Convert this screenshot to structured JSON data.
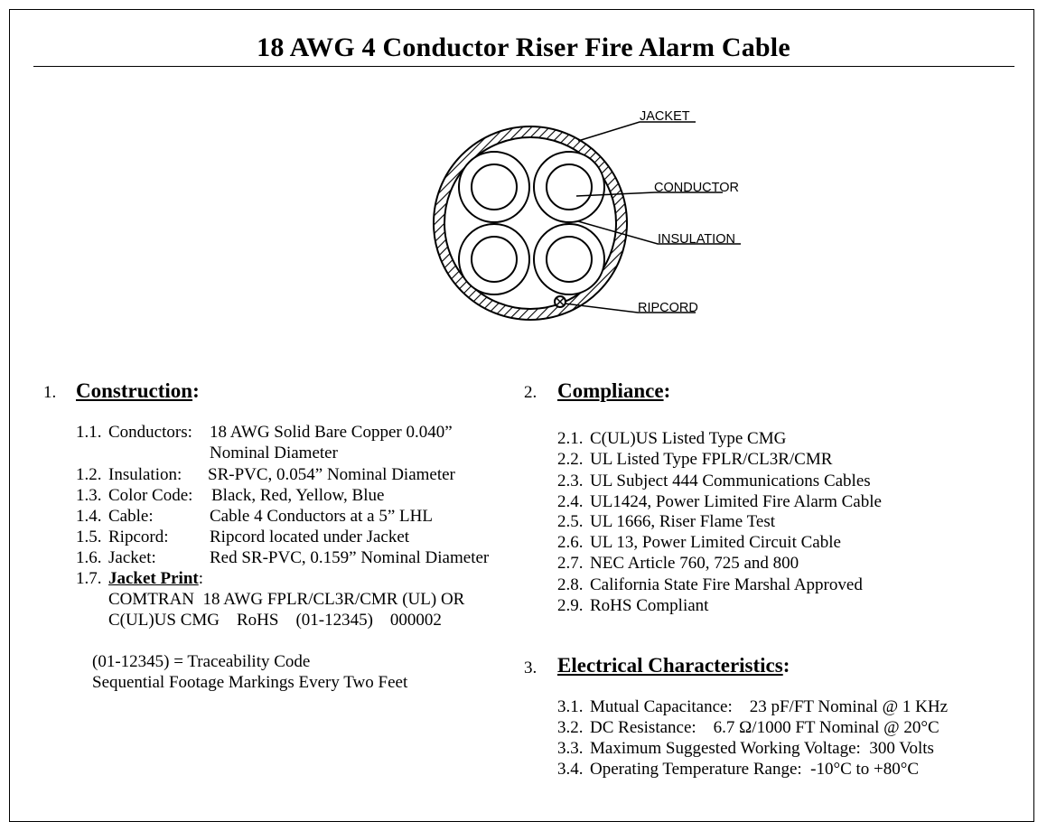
{
  "title": "18 AWG 4 Conductor Riser Fire Alarm Cable",
  "diagram": {
    "labels": {
      "jacket": "JACKET",
      "conductor": "CONDUCTOR",
      "insulation": "INSULATION",
      "ripcord": "RIPCORD"
    }
  },
  "construction": {
    "number": "1.",
    "heading": "Construction",
    "items": [
      {
        "num": "1.1.",
        "key": "Conductors:",
        "value": "18 AWG Solid Bare Copper 0.040”",
        "value2": "Nominal Diameter"
      },
      {
        "num": "1.2.",
        "key": "Insulation:",
        "value": "SR-PVC, 0.054” Nominal Diameter"
      },
      {
        "num": "1.3.",
        "key": "Color Code:",
        "value": "Black, Red, Yellow, Blue"
      },
      {
        "num": "1.4.",
        "key": "Cable:",
        "value": "Cable 4 Conductors at a 5” LHL"
      },
      {
        "num": "1.5.",
        "key": "Ripcord:",
        "value": "Ripcord located under Jacket"
      },
      {
        "num": "1.6.",
        "key": "Jacket:",
        "value": "Red SR-PVC, 0.159” Nominal Diameter"
      }
    ],
    "jacket_print": {
      "num": "1.7.",
      "label": "Jacket Print",
      "line1": "COMTRAN  18 AWG FPLR/CL3R/CMR (UL) OR",
      "line2": "C(UL)US CMG    RoHS    (01-12345)    000002"
    },
    "notes": [
      "(01-12345) = Traceability Code",
      "Sequential Footage Markings Every Two Feet"
    ]
  },
  "compliance": {
    "number": "2.",
    "heading": "Compliance",
    "items": [
      {
        "num": "2.1.",
        "text": "C(UL)US Listed Type CMG"
      },
      {
        "num": "2.2.",
        "text": "UL Listed Type FPLR/CL3R/CMR"
      },
      {
        "num": "2.3.",
        "text": "UL Subject 444 Communications Cables"
      },
      {
        "num": "2.4.",
        "text": "UL1424, Power Limited Fire Alarm Cable"
      },
      {
        "num": "2.5.",
        "text": "UL 1666, Riser Flame Test"
      },
      {
        "num": "2.6.",
        "text": "UL 13, Power Limited Circuit Cable"
      },
      {
        "num": "2.7.",
        "text": "NEC Article 760, 725 and 800"
      },
      {
        "num": "2.8.",
        "text": "California State Fire Marshal Approved"
      },
      {
        "num": "2.9.",
        "text": "RoHS Compliant"
      }
    ]
  },
  "electrical": {
    "number": "3.",
    "heading": "Electrical Characteristics",
    "items": [
      {
        "num": "3.1.",
        "text": "Mutual Capacitance:    23 pF/FT Nominal @ 1 KHz"
      },
      {
        "num": "3.2.",
        "text": "DC Resistance:    6.7 Ω/1000 FT Nominal @ 20°C"
      },
      {
        "num": "3.3.",
        "text": "Maximum Suggested Working Voltage:  300 Volts"
      },
      {
        "num": "3.4.",
        "text": "Operating Temperature Range:  -10°C to +80°C"
      }
    ]
  }
}
